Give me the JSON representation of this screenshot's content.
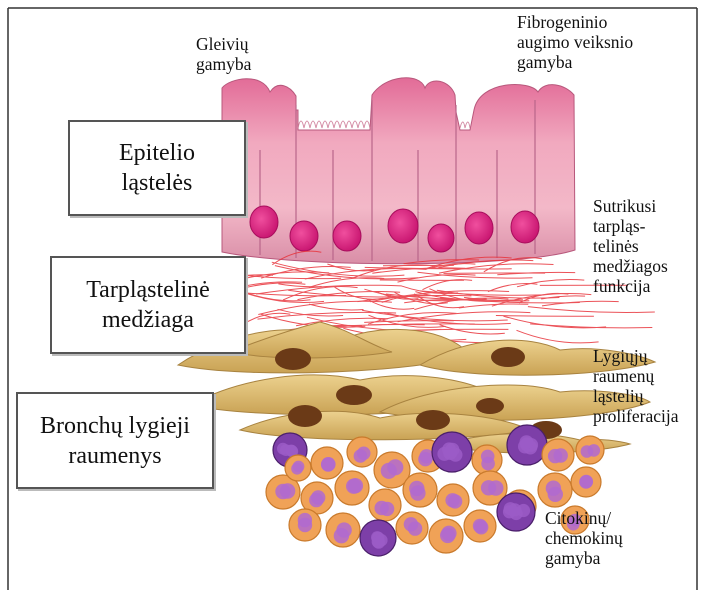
{
  "boxes": {
    "epithelium": "Epitelio\nląstelės",
    "matrix": "Tarpląstelinė\nmedžiaga",
    "muscle": "Bronchų lygieji\nraumenys"
  },
  "labels": {
    "mucus": "Gleivių\ngamyba",
    "fgf": "Fibrogeninio\naugimo veiksnio\ngamyba",
    "ecm_dysfunction": "Sutrikusi\ntarpląs-\ntelinės\nmedžiagos\nfunkcija",
    "smooth_muscle": "Lygiųjų\nraumenų\nląstelių\nproliferacija",
    "cytokines": "Citokinų/\nchemokinų\ngamyba"
  },
  "colors": {
    "epithelium": "#e98aa8",
    "nucleus": "#e0157a",
    "fibers": "#e8343c",
    "muscle_cell": "#d9b86a",
    "muscle_nucleus": "#6b3a17",
    "immune_orange": "#f0a257",
    "immune_purple": "#8a4fb3"
  }
}
